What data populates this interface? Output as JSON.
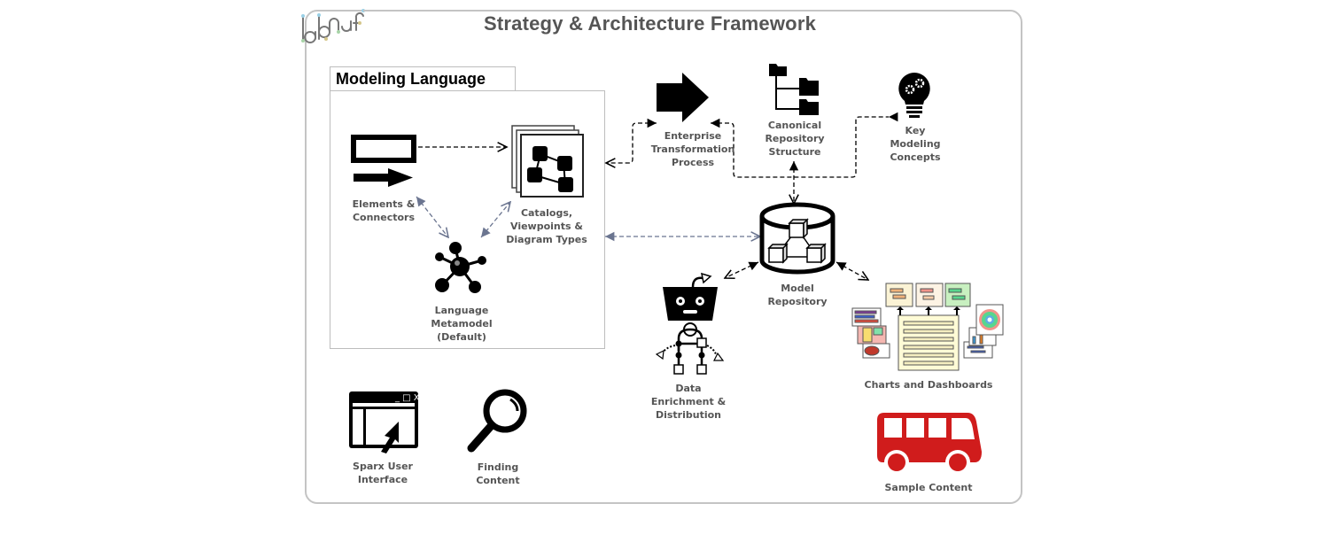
{
  "title": "Strategy & Architecture Framework",
  "logo": {
    "text_part1": "lab",
    "text_part2": "naf",
    "name": "labnaf-logo"
  },
  "modeling_language": {
    "header": "Modeling Language",
    "items": [
      {
        "id": "elements-connectors",
        "label": "Elements &\nConnectors",
        "icon": "element-connector-icon"
      },
      {
        "id": "catalogs-viewpoints",
        "label": "Catalogs,\nViewpoints &\nDiagram Types",
        "icon": "stacked-diagrams-icon"
      },
      {
        "id": "language-metamodel",
        "label": "Language\nMetamodel\n(Default)",
        "icon": "molecule-icon"
      }
    ]
  },
  "nodes": [
    {
      "id": "enterprise-transformation",
      "label": "Enterprise\nTransformation\nProcess",
      "icon": "big-arrow-icon"
    },
    {
      "id": "canonical-repository",
      "label": "Canonical\nRepository\nStructure",
      "icon": "folder-tree-icon"
    },
    {
      "id": "key-modeling-concepts",
      "label": "Key\nModeling\nConcepts",
      "icon": "lightbulb-gears-icon"
    },
    {
      "id": "model-repository",
      "label": "Model\nRepository",
      "icon": "database-cubes-icon"
    },
    {
      "id": "data-enrichment",
      "label": "Data\nEnrichment &\nDistribution",
      "icon": "robot-icon"
    },
    {
      "id": "charts-dashboards",
      "label": "Charts and Dashboards",
      "icon": "dashboards-collage-icon"
    },
    {
      "id": "sparx-ui",
      "label": "Sparx User\nInterface",
      "icon": "window-cursor-icon"
    },
    {
      "id": "finding-content",
      "label": "Finding\nContent",
      "icon": "magnifier-icon"
    },
    {
      "id": "sample-content",
      "label": "Sample Content",
      "icon": "bus-icon"
    }
  ],
  "colors": {
    "title": "#555555",
    "label": "#555555",
    "frame_border": "#c4c4c4",
    "connector_black": "#000000",
    "connector_slate": "#6b7590",
    "bus_red": "#d01c1c"
  }
}
